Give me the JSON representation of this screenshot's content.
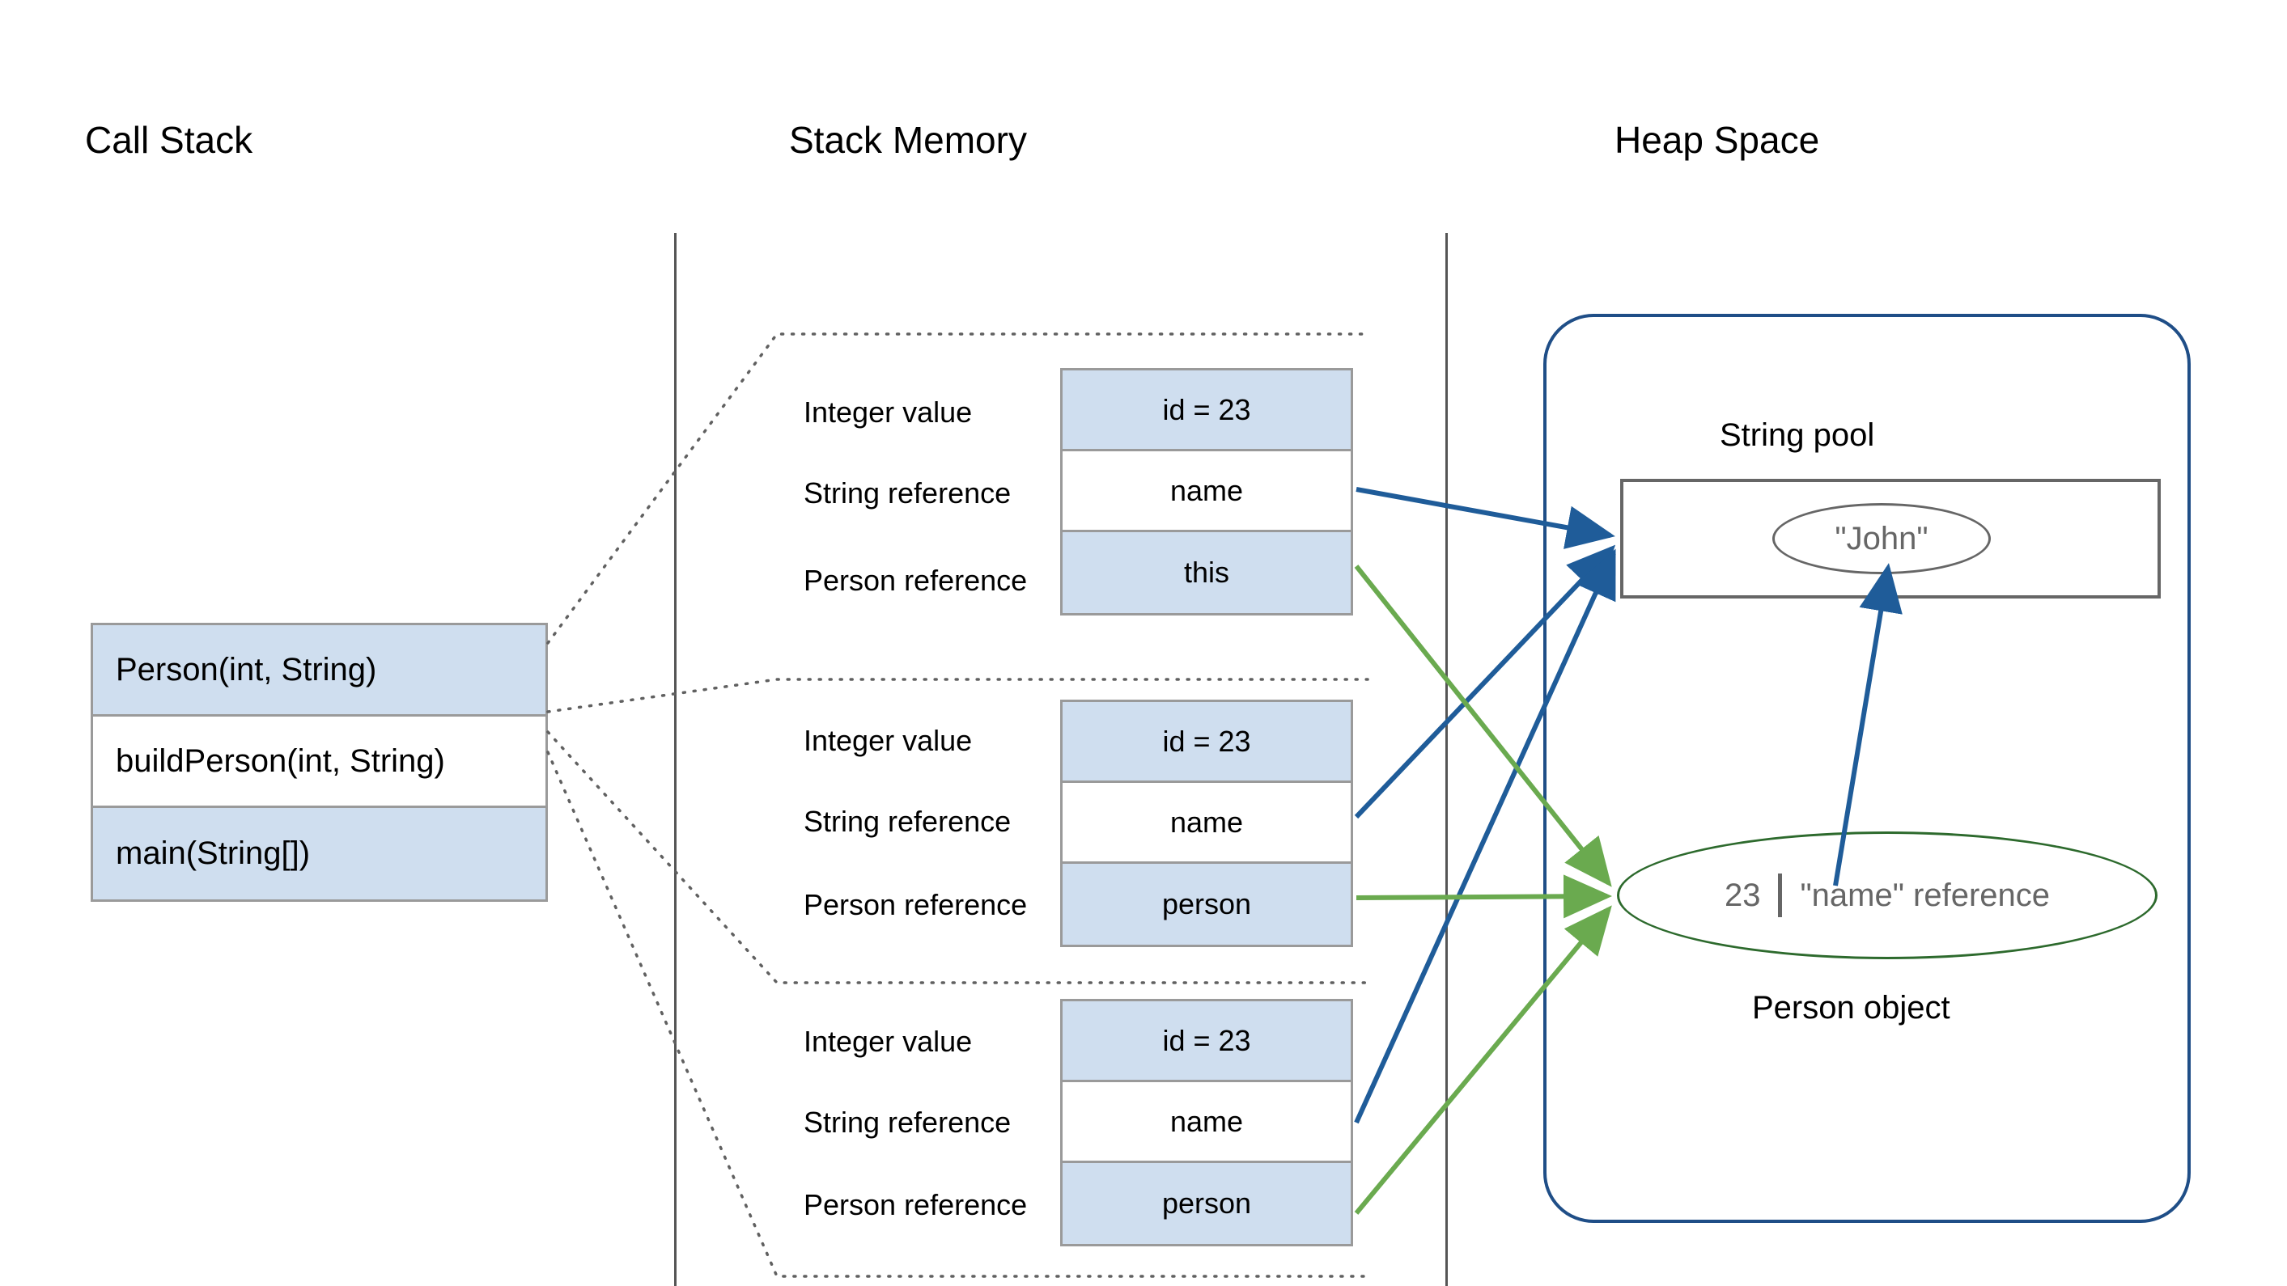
{
  "columns": {
    "call_stack_title": "Call Stack",
    "stack_memory_title": "Stack Memory",
    "heap_space_title": "Heap Space"
  },
  "call_stack": {
    "frames": [
      {
        "label": "Person(int, String)",
        "filled": true
      },
      {
        "label": "buildPerson(int, String)",
        "filled": false
      },
      {
        "label": "main(String[])",
        "filled": true
      }
    ]
  },
  "stack_memory": {
    "row_labels": {
      "integer": "Integer value",
      "string_ref": "String reference",
      "person_ref": "Person reference"
    },
    "frames": [
      {
        "name": "person-constructor-frame",
        "cells": [
          {
            "value": "id = 23",
            "filled": true
          },
          {
            "value": "name",
            "filled": false
          },
          {
            "value": "this",
            "filled": true
          }
        ]
      },
      {
        "name": "build-person-frame",
        "cells": [
          {
            "value": "id = 23",
            "filled": true
          },
          {
            "value": "name",
            "filled": false
          },
          {
            "value": "person",
            "filled": true
          }
        ]
      },
      {
        "name": "main-frame",
        "cells": [
          {
            "value": "id = 23",
            "filled": true
          },
          {
            "value": "name",
            "filled": false
          },
          {
            "value": "person",
            "filled": true
          }
        ]
      }
    ]
  },
  "heap": {
    "string_pool_label": "String pool",
    "string_literal": "\"John\"",
    "person_object_label": "Person object",
    "person_object_id": "23",
    "person_object_name_ref": "\"name\" reference"
  },
  "colors": {
    "cell_fill": "#cfdeef",
    "cell_border": "#9a9a9a",
    "heap_border": "#1f4e87",
    "string_arrow": "#1f5c99",
    "person_arrow": "#6aaa4f",
    "person_ellipse": "#2d6a2d",
    "muted_text": "#666666",
    "separator": "#555555"
  }
}
